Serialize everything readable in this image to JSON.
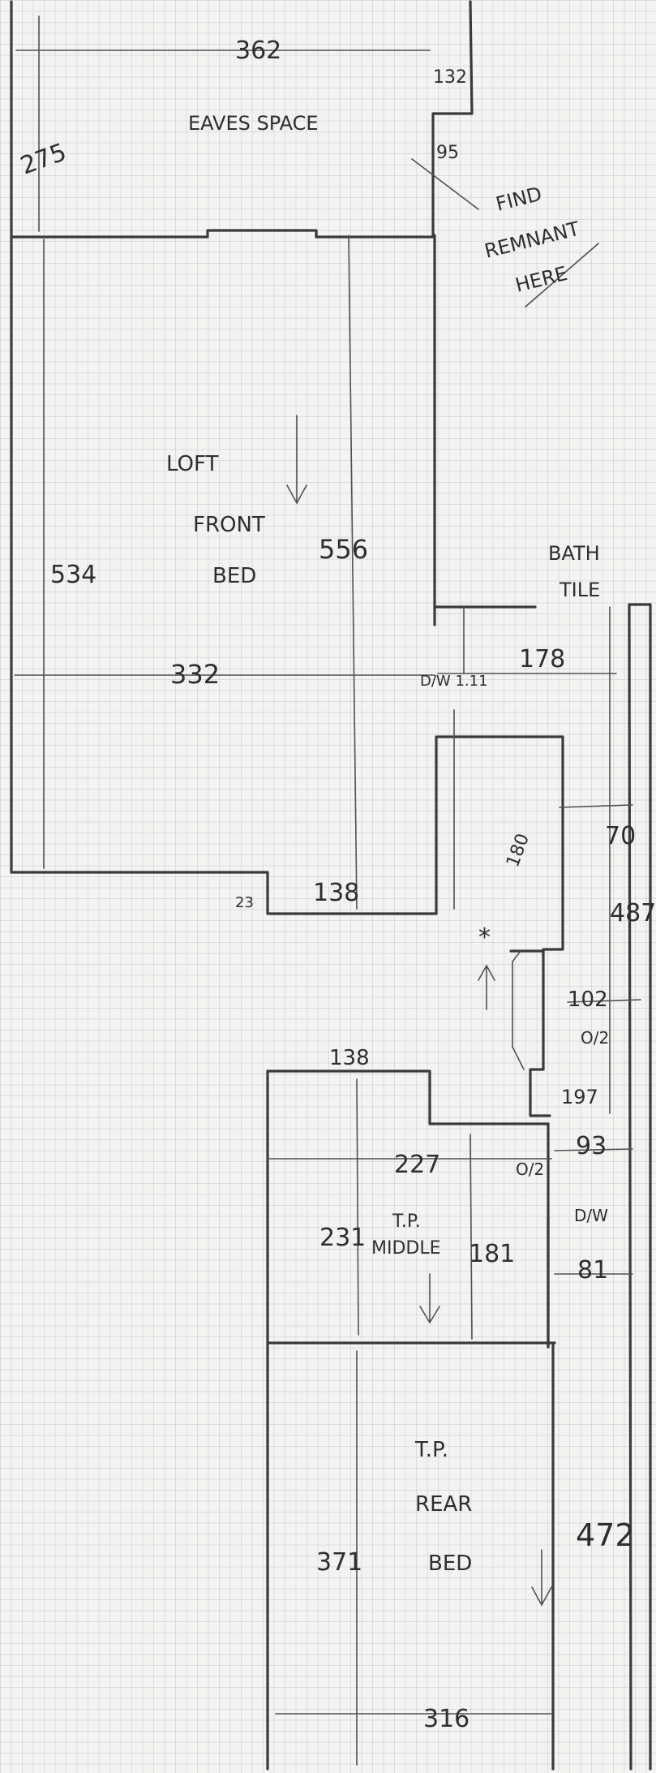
{
  "plan": {
    "rooms": {
      "eaves": "EAVES SPACE",
      "loft": [
        "LOFT",
        "FRONT",
        "BED"
      ],
      "bath": [
        "BATH",
        "TILE"
      ],
      "middle": [
        "T.P.",
        "MIDDLE"
      ],
      "rear": [
        "T.P.",
        "REAR",
        "BED"
      ]
    },
    "note": [
      "FIND",
      "REMNANT",
      "HERE"
    ],
    "dimensions": {
      "eaves_width": "362",
      "eaves_depth": "275",
      "corner_132": "132",
      "angle_95": "95",
      "loft_height": "534",
      "loft_inner": "556",
      "loft_width": "332",
      "bath_width": "178",
      "door_width": "D/W 1.11",
      "dim_70": "70",
      "dim_180": "180",
      "dim_487": "487",
      "dim_23": "23",
      "dim_138_loft": "138",
      "dim_102": "102",
      "dim_138_middle": "138",
      "dim_197": "197",
      "dim_227": "227",
      "dim_93": "93",
      "dim_231": "231",
      "dim_181": "181",
      "dim_81": "81",
      "dim_371": "371",
      "dim_472": "472",
      "dim_316": "316"
    },
    "abbr": {
      "opening_1": "O/2",
      "opening_2": "O/2",
      "dw": "D/W"
    },
    "marks": {
      "star": "*"
    }
  }
}
